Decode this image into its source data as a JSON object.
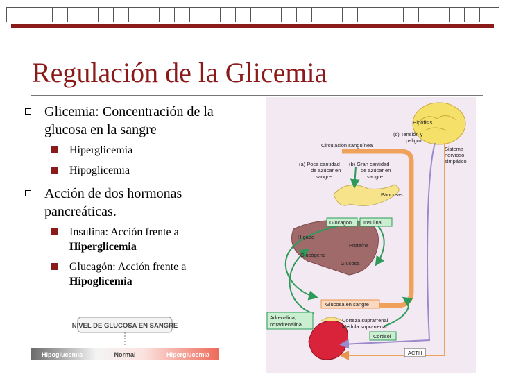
{
  "title": "Regulación de la Glicemia",
  "bullets": [
    {
      "text": "Glicemia: Concentración de la glucosa en la sangre",
      "sub": [
        {
          "text": "Hiperglicemia",
          "bold": ""
        },
        {
          "text": "Hipoglicemia",
          "bold": ""
        }
      ]
    },
    {
      "text": "Acción de dos hormonas pancreáticas.",
      "sub": [
        {
          "text": "Insulina: Acción frente a",
          "bold": "Hiperglicemia"
        },
        {
          "text": "Glucagón: Acción frente a",
          "bold": "Hipoglicemia"
        }
      ]
    }
  ],
  "figure": {
    "hipofisis": "Hipófisis",
    "tension": [
      "(c) Tensión y",
      "peligro"
    ],
    "sistema": [
      "Sistema",
      "nervioso",
      "simpático"
    ],
    "circulacion": "Circulación sanguínea",
    "poca": [
      "(a) Poca cantidad",
      "de azúcar en",
      "sangre"
    ],
    "gran": [
      "(b) Gran cantidad",
      "de azúcar en",
      "sangre"
    ],
    "pancreas": "Páncreas",
    "glucagon": "Glucagón",
    "insulina": "Insulina",
    "higado": "Hígado",
    "proteina": "Proteína",
    "glucogeno": "Glucógeno",
    "glucosa": "Glucosa",
    "glucosa_sangre": "Glucosa en sangre",
    "adrenalina": [
      "Adrenalina,",
      "noradrenalina"
    ],
    "corteza": [
      "Corteza suprarrenal",
      "Médula suprarrenal"
    ],
    "cortisol": "Cortisol",
    "acth": "ACTH"
  },
  "scale": {
    "title": "NIVEL DE GLUCOSA EN SANGRE",
    "low": "Hipoglucemia",
    "normal": "Normal",
    "high": "Hiperglucemia"
  },
  "colors": {
    "accent": "#8b1a1a",
    "figure_bg": "#f3e9f3",
    "arrow_green": "#2e9a5a",
    "arrow_orange": "#f0a25c"
  }
}
